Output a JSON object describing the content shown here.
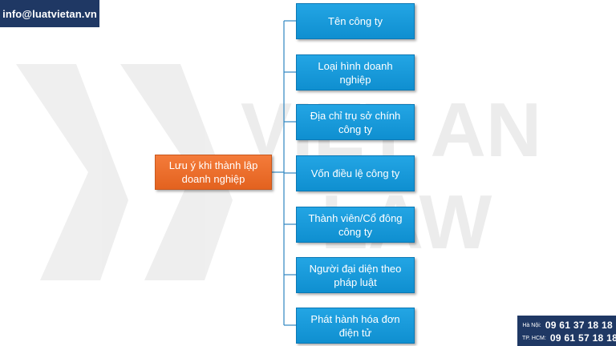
{
  "header": {
    "email": "info@luatvietan.vn"
  },
  "diagram": {
    "root": "Lưu ý khi thành lập doanh nghiệp",
    "items": [
      "Tên công ty",
      "Loại hình doanh nghiệp",
      "Địa chỉ trụ sở chính công ty",
      "Vốn điều lệ công ty",
      "Thành viên/Cổ đông công ty",
      "Người đại diện theo pháp luật",
      "Phát hành hóa đơn điện tử"
    ]
  },
  "hotlines": [
    {
      "label": "Hà Nội:",
      "number": "09 61 37 18 18"
    },
    {
      "label": "TP. HCM:",
      "number": "09 61 57 18 18"
    }
  ],
  "watermark": {
    "text_top": "VIET AN",
    "text_bottom": "LAW"
  },
  "colors": {
    "root": "#e8692a",
    "node": "#1a9ad9",
    "banner": "#1f3864",
    "connector": "#2e86c1"
  }
}
